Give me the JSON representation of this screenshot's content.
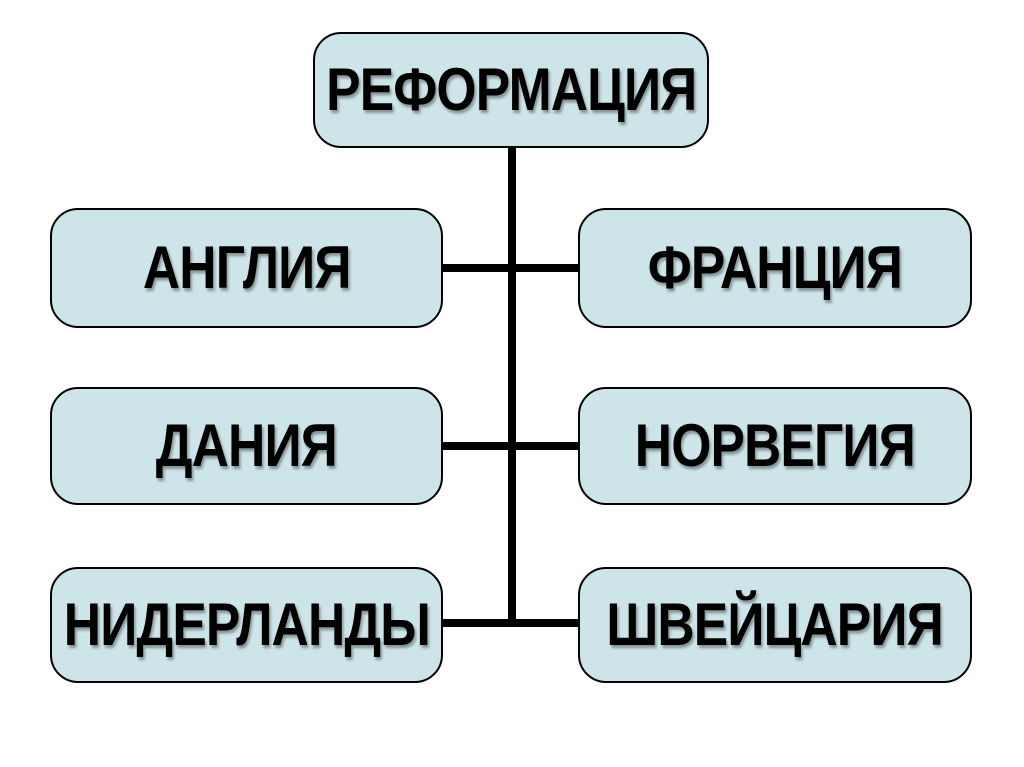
{
  "slide": {
    "title_node": {
      "label": "РЕФОРМАЦИЯ"
    },
    "countries_left": [
      {
        "label": "АНГЛИЯ"
      },
      {
        "label": "ДАНИЯ"
      },
      {
        "label": "НИДЕРЛАНДЫ"
      }
    ],
    "countries_right": [
      {
        "label": "ФРАНЦИЯ"
      },
      {
        "label": "НОРВЕГИЯ"
      },
      {
        "label": "ШВЕЙЦАРИЯ"
      }
    ],
    "colors": {
      "background": "#ffffff",
      "node_fill": "#cde4e8",
      "node_border": "#000000",
      "connector": "#000000",
      "text": "#000000"
    }
  }
}
